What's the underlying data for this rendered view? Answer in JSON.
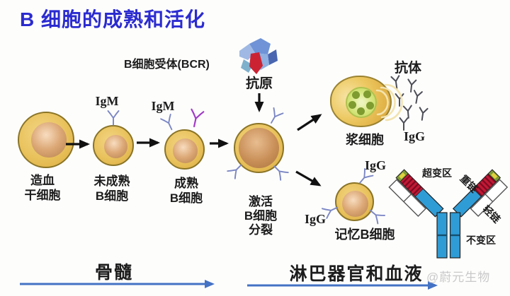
{
  "title": "B 细胞的成熟和活化",
  "bcr_label": "B细胞受体(BCR)",
  "antigen": {
    "label": "抗原"
  },
  "cells": {
    "stem": {
      "name_line1": "造血",
      "name_line2": "干细胞"
    },
    "immature": {
      "receptor": "IgM",
      "name_line1": "未成熟",
      "name_line2": "B细胞"
    },
    "mature": {
      "receptor": "IgM",
      "name_line1": "成熟",
      "name_line2": "B细胞"
    },
    "activated": {
      "name_line1": "激活",
      "name_line2": "B细胞",
      "name_line3": "分裂"
    },
    "plasma": {
      "name": "浆细胞",
      "antibody_label": "抗体",
      "ig": "IgG"
    },
    "memory": {
      "name": "记忆B细胞",
      "ig_top": "IgG",
      "ig_left": "IgG"
    }
  },
  "antibody_structure": {
    "hypervariable": "超变区",
    "heavy_chain": "重链",
    "light_chain": "轻链",
    "constant": "不变区"
  },
  "stages": {
    "bone_marrow": "骨髓",
    "lymph_blood": "淋巴器官和血液"
  },
  "watermark": "@蔚元生物",
  "colors": {
    "title_blue": "#2b2bd0",
    "stage_arrow_blue": "#4472c4",
    "cell_gold": "#e9c25c",
    "cell_border_olive": "#8a7426",
    "nucleus_brown": "#c08850",
    "plasma_nucleus_green": "#d5e67c",
    "chain_blue": "#2f9cd6",
    "hypervariable_red": "#c31934",
    "receptor_blue": "#7b87c4",
    "receptor_purple": "#a23cc6",
    "antigen_blue": "#5b7fd0",
    "antigen_red": "#cc2333",
    "watermark_gray": "#c9c9c9"
  }
}
